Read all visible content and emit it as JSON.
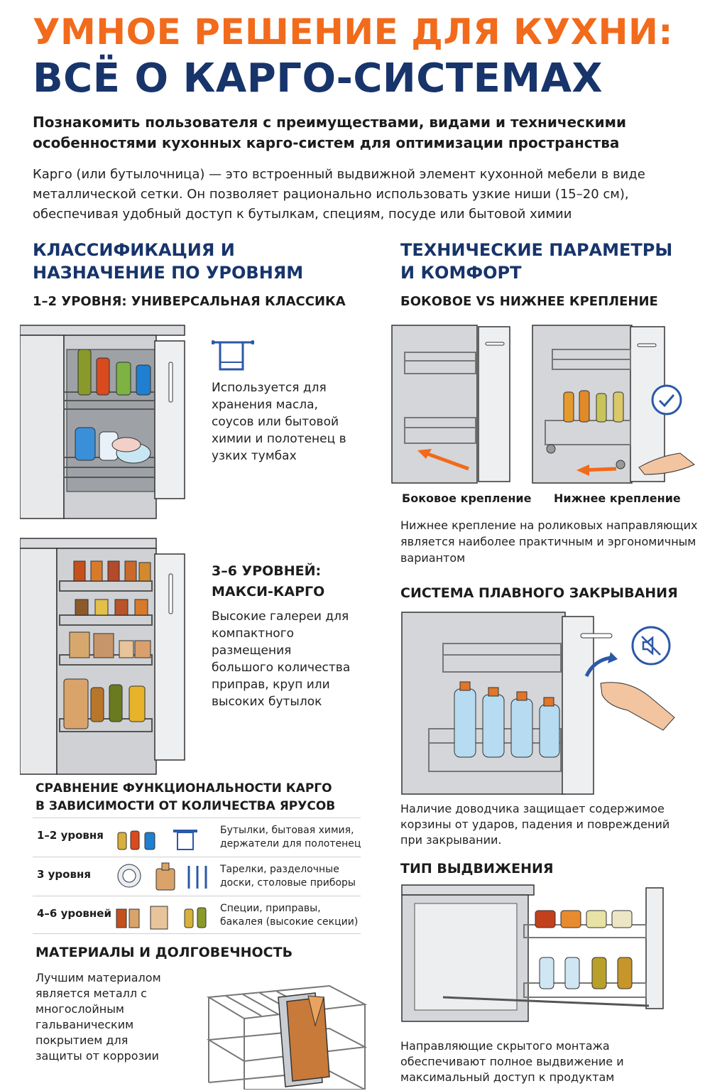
{
  "header": {
    "title_line1": "УМНОЕ РЕШЕНИЕ ДЛЯ КУХНИ:",
    "title_line2": "ВСЁ О КАРГО-СИСТЕМАХ",
    "lead": "Познакомить пользователя с преимуществами, видами и техническими особенностями кухонных карго-систем для оптимизации пространства",
    "intro": "Карго (или бутылочница) — это встроенный выдвижной элемент кухонной мебели в виде металлической сетки. Он позволяет рационально использовать узкие ниши (15–20 см), обеспечивая удобный доступ к бутылкам, специям, посуде или бытовой химии"
  },
  "left": {
    "section_line1": "КЛАССИФИКАЦИЯ И",
    "section_line2": "НАЗНАЧЕНИЕ ПО УРОВНЯМ",
    "levels12_title": "1–2 УРОВНЯ: УНИВЕРСАЛЬНАЯ КЛАССИКА",
    "levels12_text": "Используется для хранения масла, соусов или бытовой химии и полотенец в узких тумбах",
    "levels36_title_line1": "3–6 УРОВНЕЙ:",
    "levels36_title_line2": "МАКСИ-КАРГО",
    "levels36_text": "Высокие галереи для компактного размещения большого количества приправ, круп или высоких бутылок",
    "comparison_line1": "СРАВНЕНИЕ ФУНКЦИОНАЛЬНОСТИ КАРГО",
    "comparison_line2": "В ЗАВИСИМОСТИ ОТ КОЛИЧЕСТВА ЯРУСОВ",
    "comparison_rows": [
      {
        "label": "1–2 уровня",
        "desc": "Бутылки, бытовая химия, держатели для полотенец"
      },
      {
        "label": "3 уровня",
        "desc": "Тарелки, разделочные доски, столовые приборы"
      },
      {
        "label": "4–6 уровней",
        "desc": "Специи, приправы, бакалея (высокие секции)"
      }
    ],
    "materials_title": "МАТЕРИАЛЫ И ДОЛГОВЕЧНОСТЬ",
    "materials_text": "Лучшим материалом является металл с многослойным гальваническим покрытием для защиты от коррозии"
  },
  "right": {
    "section_line1": "ТЕХНИЧЕСКИЕ ПАРАМЕТРЫ",
    "section_line2": "И КОМФОРТ",
    "mount_title": "БОКОВОЕ VS НИЖНЕЕ КРЕПЛЕНИЕ",
    "side_mount_caption": "Боковое крепление",
    "bottom_mount_caption": "Нижнее крепление",
    "mount_text": "Нижнее крепление на роликовых направляющих является наиболее практичным и эргономичным вариантом",
    "softclose_title": "СИСТЕМА ПЛАВНОГО ЗАКРЫВАНИЯ",
    "softclose_text": "Наличие доводчика защищает содержимое корзины от ударов, падения и повреждений при закрывании.",
    "slide_title": "ТИП ВЫДВИЖЕНИЯ",
    "slide_text": "Направляющие скрытого монтажа обеспечивают полное выдвижение и максимальный доступ к продуктам"
  },
  "icons": {
    "towel": "towel-icon",
    "check": "check-icon",
    "mute": "mute-icon",
    "arrow": "arrow-icon"
  },
  "colors": {
    "orange": "#f26a1b",
    "navy": "#17346b",
    "blue_icon": "#2b58a8"
  }
}
